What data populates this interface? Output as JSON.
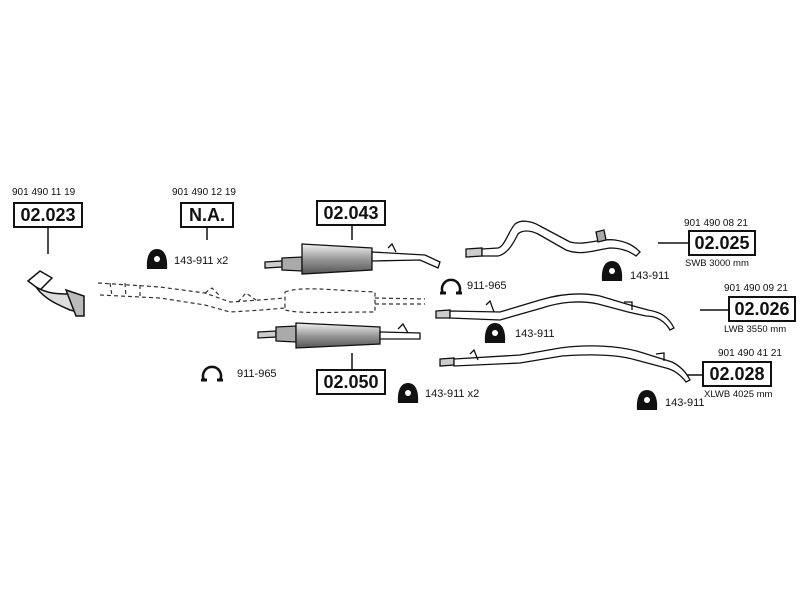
{
  "parts": {
    "p02023": {
      "code": "02.023",
      "ref": "901 490 11 19"
    },
    "pNA": {
      "code": "N.A.",
      "ref": "901 490 12 19"
    },
    "p02043": {
      "code": "02.043"
    },
    "p02050": {
      "code": "02.050"
    },
    "p02025": {
      "code": "02.025",
      "ref": "901 490 08 21",
      "note": "SWB 3000 mm"
    },
    "p02026": {
      "code": "02.026",
      "ref": "901 490 09 21",
      "note": "LWB 3550 mm"
    },
    "p02028": {
      "code": "02.028",
      "ref": "901 490 41 21",
      "note": "XLWB 4025 mm"
    }
  },
  "fittings": {
    "hanger_left": "143-911 x2",
    "hanger_mid": "143-911",
    "hanger_bottom": "143-911 x2",
    "hanger_right1": "143-911",
    "hanger_right2": "143-911",
    "clamp_mid": "911-965",
    "clamp_left": "911-965"
  },
  "colors": {
    "ink": "#111111",
    "dash": "#333333"
  }
}
